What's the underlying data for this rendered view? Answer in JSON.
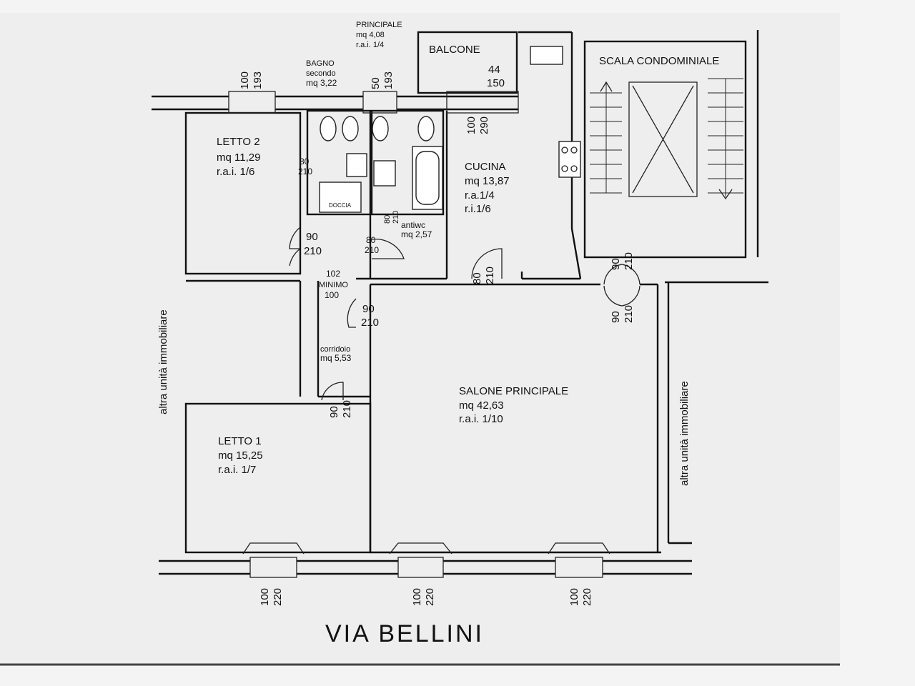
{
  "rooms": {
    "letto2": {
      "name": "LETTO 2",
      "area": "mq 11,29",
      "rai": "r.a.i. 1/6"
    },
    "bagno": {
      "name": "BAGNO",
      "sub": "secondo",
      "area": "mq 3,22"
    },
    "principale": {
      "name": "PRINCIPALE",
      "area": "mq 4,08",
      "rai": "r.a.i. 1/4"
    },
    "balcone": {
      "name": "BALCONE",
      "dim_w": "44",
      "dim_h": "150"
    },
    "scala": {
      "name": "SCALA CONDOMINIALE"
    },
    "cucina": {
      "name": "CUCINA",
      "area": "mq 13,87",
      "ra": "r.a.1/4",
      "ri": "r.i.1/6"
    },
    "antiwc": {
      "name": "antiwc",
      "area": "mq 2,57"
    },
    "doccia": {
      "name": "DOCCIA"
    },
    "corridoio": {
      "name": "corridoio",
      "area": "mq 5,53"
    },
    "minimo": {
      "top": "102",
      "name": "MINIMO",
      "bottom": "100"
    },
    "salone": {
      "name": "SALONE PRINCIPALE",
      "area": "mq 42,63",
      "rai": "r.a.i. 1/10"
    },
    "letto1": {
      "name": "LETTO 1",
      "area": "mq 15,25",
      "rai": "r.a.i. 1/7"
    }
  },
  "side_labels": {
    "left": "altra unità immobiliare",
    "right": "altra unità immobiliare"
  },
  "street": "VIA BELLINI",
  "dimensions": {
    "win_letto2": [
      "100",
      "193"
    ],
    "win_bagno": [
      "50",
      "193"
    ],
    "win_cucina": [
      "100",
      "290"
    ],
    "door_bagno": [
      "80",
      "210"
    ],
    "door_letto2": [
      "90",
      "210"
    ],
    "door_antiwc_a": [
      "80",
      "210"
    ],
    "door_antiwc_b": [
      "80",
      "210"
    ],
    "door_cucina": [
      "80",
      "210"
    ],
    "door_corr": [
      "90",
      "210"
    ],
    "door_letto1": [
      "90",
      "210"
    ],
    "door_scala_a": [
      "90",
      "210"
    ],
    "door_scala_b": [
      "90",
      "210"
    ],
    "win_bottom_1": [
      "100",
      "220"
    ],
    "win_bottom_2": [
      "100",
      "220"
    ],
    "win_bottom_3": [
      "100",
      "220"
    ]
  }
}
